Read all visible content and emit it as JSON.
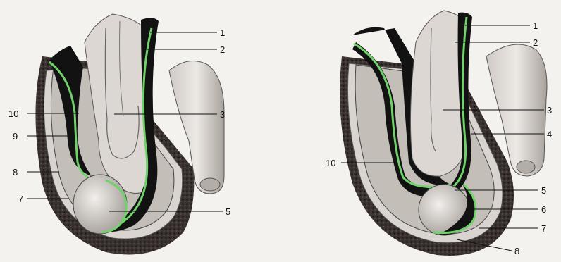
{
  "figures": [
    {
      "labels": [
        "10",
        "9",
        "8",
        "7",
        "1",
        "2",
        "3",
        "5"
      ]
    },
    {
      "labels": [
        "1",
        "2",
        "3",
        "4",
        "10",
        "5",
        "6",
        "7",
        "8"
      ]
    }
  ],
  "colors": {
    "background": "#f4f2ef",
    "skin_dark": "#2e2826",
    "tissue_gray": "#b9b3ad",
    "tissue_light": "#e2ded9",
    "membrane_green": "#6fd36a",
    "cavity_black": "#121212"
  }
}
